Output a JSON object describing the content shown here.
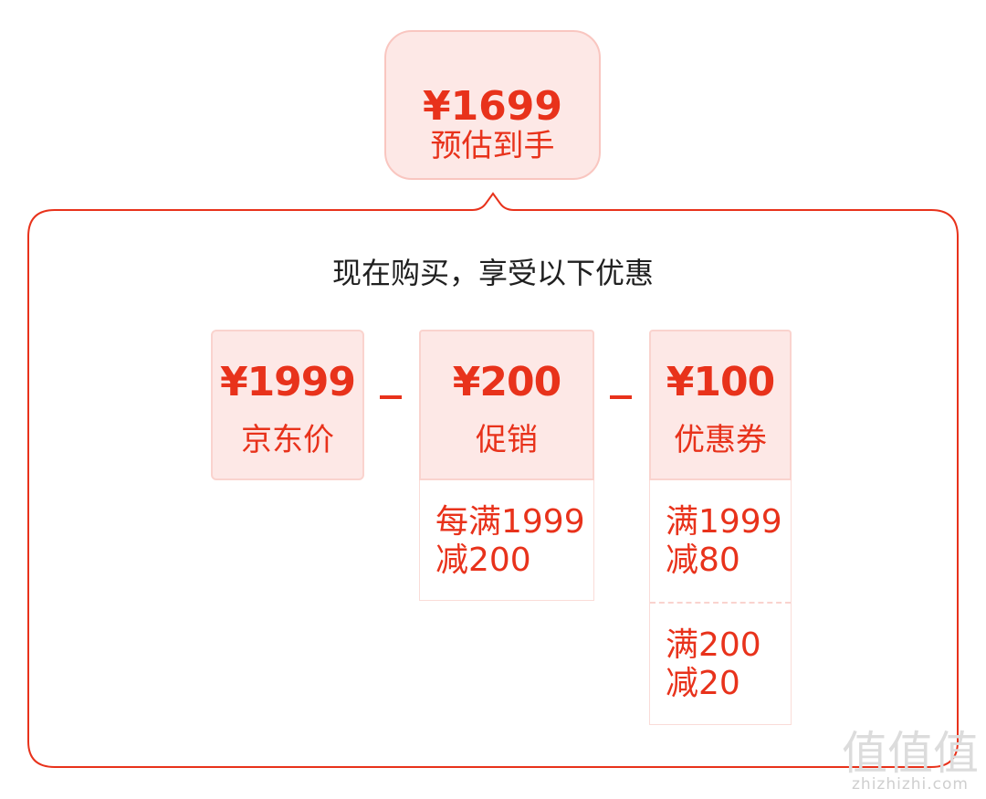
{
  "estimate": {
    "price": "¥1699",
    "label": "预估到手"
  },
  "headline": "现在购买，享受以下优惠",
  "cards": [
    {
      "amount": "¥1999",
      "name": "京东价"
    },
    {
      "amount": "¥200",
      "name": "促销"
    },
    {
      "amount": "¥100",
      "name": "优惠券"
    }
  ],
  "promotion_rules": [
    {
      "line1": "每满1999",
      "line2": "减200"
    }
  ],
  "coupon_rules": [
    {
      "line1": "满1999",
      "line2": "减80"
    },
    {
      "line1": "满200",
      "line2": "减20"
    }
  ],
  "watermark": {
    "glyphs": "值值值",
    "domain": "zhizhizhi.com"
  },
  "colors": {
    "accent": "#e8321b",
    "card_bg": "#fde8e6",
    "frame_border": "#e8321b"
  }
}
